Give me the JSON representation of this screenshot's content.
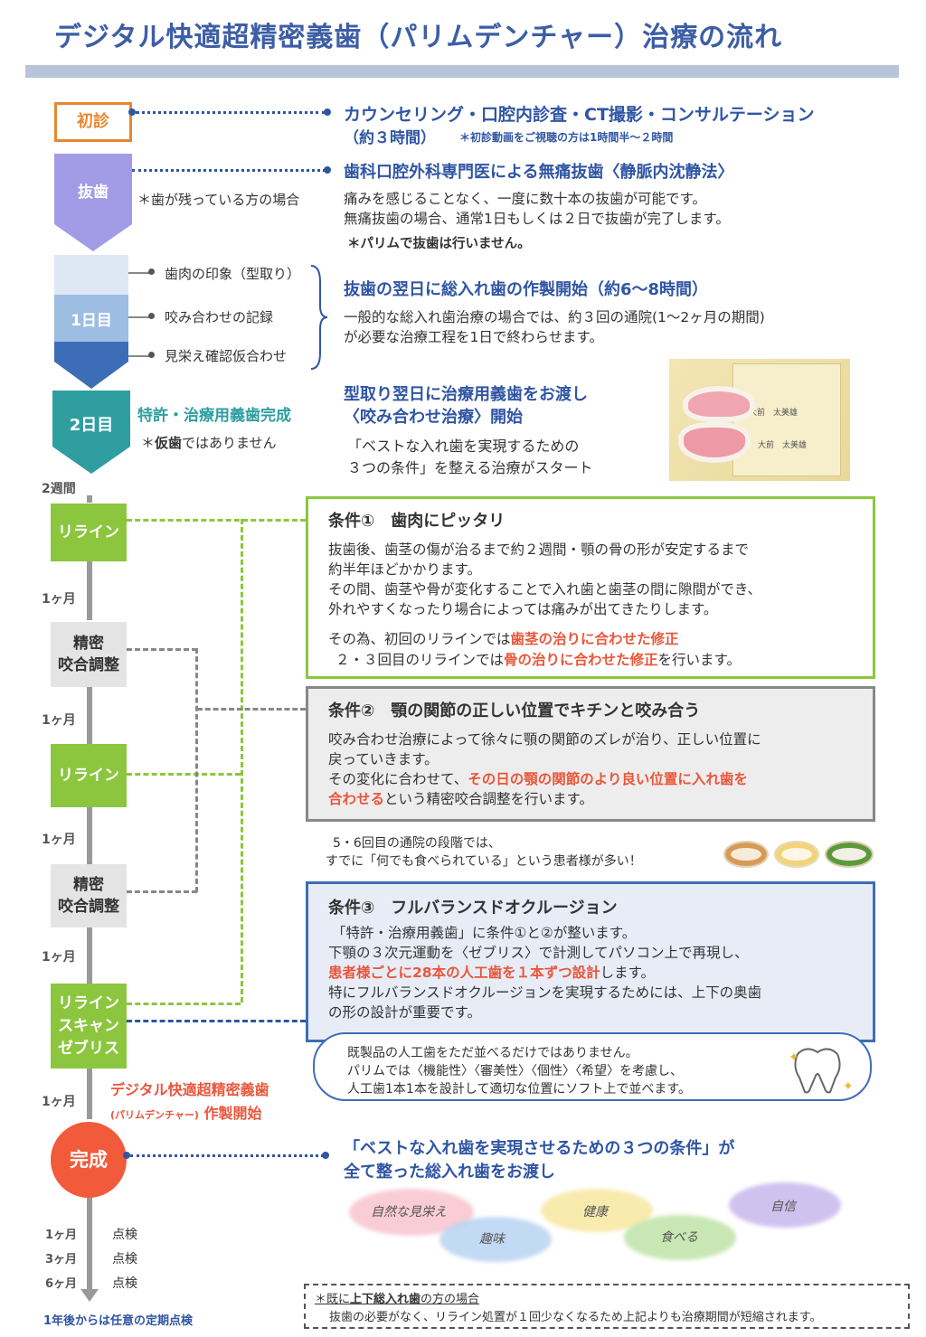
{
  "header": {
    "title": "デジタル快適超精密義歯（パリムデンチャー）治療の流れ"
  },
  "steps": {
    "shoshin": {
      "label": "初診",
      "heading": "カウンセリング・口腔内診査・CT撮影・コンサルテーション",
      "sub1": "（約３時間）",
      "sub2": "＊初診動画をご視聴の方は1時間半〜２時間"
    },
    "bashi": {
      "label": "抜歯",
      "note": "＊歯が残っている方の場合",
      "heading": "歯科口腔外科専門医による無痛抜歯〈静脈内沈静法〉",
      "line1": "痛みを感じることなく、一度に数十本の抜歯が可能です。",
      "line2": "無痛抜歯の場合、通常1日もしくは２日で抜歯が完了します。",
      "line3": "＊パリムで抜歯は行いません。"
    },
    "day1": {
      "label": "1日目",
      "sub1": "歯肉の印象（型取り）",
      "sub2": "咬み合わせの記録",
      "sub3": "見栄え確認仮合わせ",
      "heading": "抜歯の翌日に総入れ歯の作製開始（約6〜8時間）",
      "line1": "一般的な総入れ歯治療の場合では、約３回の通院(1〜2ヶ月の期間)",
      "line2": "が必要な治療工程を1日で終わらせます。"
    },
    "day2": {
      "label": "2日目",
      "green": "特許・治療用義歯完成",
      "note_pre": "＊",
      "note_bold": "仮歯",
      "note_post": "ではありません",
      "heading1": "型取り翌日に治療用義歯をお渡し",
      "heading2": "〈咬み合わせ治療〉開始",
      "line1": "「ベストな入れ歯を実現するための",
      "line2": "３つの条件」を整える治療がスタート",
      "cert_name1": "大前　太美雄",
      "cert_name2": "大前　太美雄"
    }
  },
  "timeline": {
    "w2": "2週間",
    "reline1": "リライン",
    "m1a": "1ヶ月",
    "seimitsu1": "精密\n咬合調整",
    "m1b": "1ヶ月",
    "reline2": "リライン",
    "m1c": "1ヶ月",
    "seimitsu2": "精密\n咬合調整",
    "m1d": "1ヶ月",
    "reline3": "リライン\nスキャン\nゼブリス",
    "m1e": "1ヶ月",
    "start1": "デジタル快適超精密義歯",
    "start2_small": "(パリムデンチャー)",
    "start2_big": "作製開始",
    "kansei": "完成",
    "check1_m": "1ヶ月",
    "check1": "点検",
    "check2_m": "3ヶ月",
    "check2": "点検",
    "check3_m": "6ヶ月",
    "check3": "点検",
    "final": "1年後からは任意の定期点検"
  },
  "cond1": {
    "heading": "条件①　歯肉にピッタリ",
    "l1": "抜歯後、歯茎の傷が治るまで約２週間・顎の骨の形が安定するまで",
    "l2": "約半年ほどかかります。",
    "l3": "その間、歯茎や骨が変化することで入れ歯と歯茎の間に隙間ができ、",
    "l4": "外れやすくなったり場合によっては痛みが出てきたりします。",
    "l5a": "その為、初回のリラインでは",
    "l5b": "歯茎の治りに合わせた修正",
    "l6a": "２・３回目のリラインでは",
    "l6b": "骨の治りに合わせた修正",
    "l6c": "を行います。"
  },
  "cond2": {
    "heading": "条件②　顎の関節の正しい位置でキチンと咬み合う",
    "l1": "咬み合わせ治療によって徐々に顎の関節のズレが治り、正しい位置に",
    "l2": "戻っていきます。",
    "l3a": "その変化に合わせて、",
    "l3b": "その日の顎の関節のより良い位置に入れ歯を",
    "l4a": "合わせる",
    "l4b": "という精密咬合調整を行います。"
  },
  "between": {
    "l1": "5・6回目の通院の段階では、",
    "l2": "すでに「何でも食べられている」という患者様が多い！"
  },
  "cond3": {
    "heading": "条件③　フルバランスドオクルージョン",
    "l1": "「特許・治療用義歯」に条件①と②が整います。",
    "l2": "下顎の３次元運動を〈ゼブリス〉で計測してパソコン上で再現し、",
    "l3a": "患者様ごとに28本の人工歯を１本ずつ設計",
    "l3b": "します。",
    "l4": "特にフルバランスドオクルージョンを実現するためには、上下の奥歯",
    "l5": "の形の設計が重要です。",
    "b1": "既製品の人工歯をただ並べるだけではありません。",
    "b2": "パリムでは〈機能性〉〈審美性〉〈個性〉〈希望〉を考慮し、",
    "b3": "人工歯1本1本を設計して適切な位置にソフト上で並べます。"
  },
  "final": {
    "h1": "「ベストな入れ歯を実現させるための３つの条件」が",
    "h2": "全て整った総入れ歯をお渡し",
    "blobs": [
      "自然な見栄え",
      "趣味",
      "健康",
      "食べる",
      "自信"
    ]
  },
  "footnote": {
    "l1a": "＊既に",
    "l1b": "上下総入れ歯",
    "l1c": "の方の場合",
    "l2": "抜歯の必要がなく、リライン処置が１回少なくなるため上記よりも治療期間が短縮されます。"
  }
}
